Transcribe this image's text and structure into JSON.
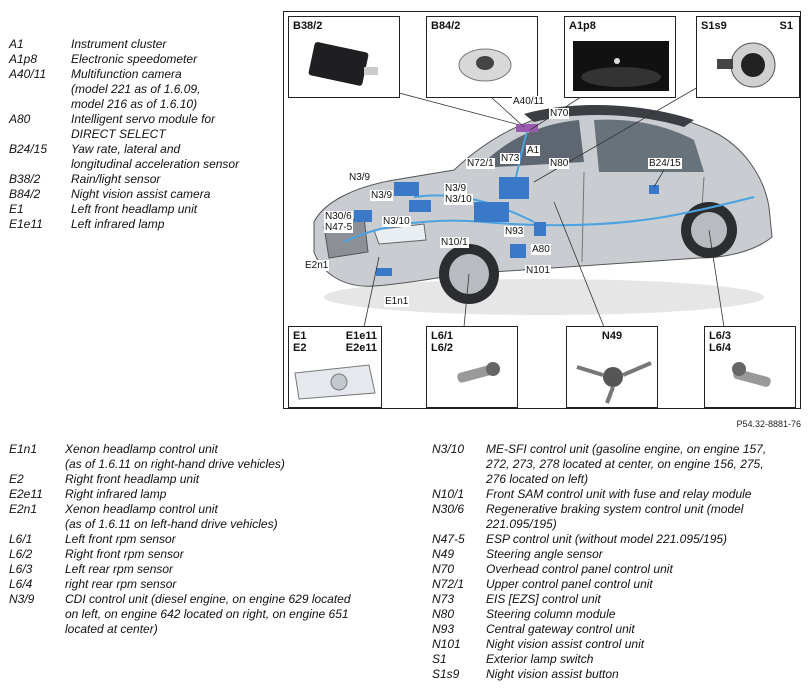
{
  "legend_top": [
    {
      "code": "A1",
      "desc": "Instrument cluster"
    },
    {
      "code": "A1p8",
      "desc": "Electronic speedometer"
    },
    {
      "code": "A40/11",
      "desc": "Multifunction camera\n(model 221 as of 1.6.09,\nmodel 216 as of 1.6.10)"
    },
    {
      "code": "A80",
      "desc": "Intelligent servo module for\nDIRECT SELECT"
    },
    {
      "code": "B24/15",
      "desc": "Yaw rate, lateral and\nlongitudinal acceleration sensor"
    },
    {
      "code": "B38/2",
      "desc": "Rain/light sensor"
    },
    {
      "code": "B84/2",
      "desc": "Night vision assist camera"
    },
    {
      "code": "E1",
      "desc": "Left front headlamp unit"
    },
    {
      "code": "E1e11",
      "desc": "Left infrared lamp"
    }
  ],
  "legend_bottom_left": [
    {
      "code": "E1n1",
      "desc": "Xenon headlamp control unit\n(as of 1.6.11 on right-hand drive vehicles)"
    },
    {
      "code": "E2",
      "desc": "Right front headlamp unit"
    },
    {
      "code": "E2e11",
      "desc": "Right infrared lamp"
    },
    {
      "code": "E2n1",
      "desc": "Xenon headlamp control unit\n(as of 1.6.11 on left-hand drive vehicles)"
    },
    {
      "code": "L6/1",
      "desc": "Left front rpm sensor"
    },
    {
      "code": "L6/2",
      "desc": "Right front rpm sensor"
    },
    {
      "code": "L6/3",
      "desc": "Left rear rpm sensor"
    },
    {
      "code": "L6/4",
      "desc": "right rear rpm sensor"
    },
    {
      "code": "N3/9",
      "desc": "CDI control unit (diesel engine, on engine 629 located\non left, on engine 642 located on right, on engine 651\nlocated at center)"
    }
  ],
  "legend_bottom_right": [
    {
      "code": "N3/10",
      "desc": "ME-SFI control unit (gasoline engine, on engine 157,\n272, 273, 278 located at center, on engine 156, 275,\n276 located on left)"
    },
    {
      "code": "N10/1",
      "desc": "Front SAM control unit with fuse and relay module"
    },
    {
      "code": "N30/6",
      "desc": "Regenerative braking system control unit (model\n221.095/195)"
    },
    {
      "code": "N47-5",
      "desc": "ESP control unit (without model 221.095/195)"
    },
    {
      "code": "N49",
      "desc": "Steering angle sensor"
    },
    {
      "code": "N70",
      "desc": "Overhead control panel control unit"
    },
    {
      "code": "N72/1",
      "desc": "Upper control panel control unit"
    },
    {
      "code": "N73",
      "desc": "EIS [EZS] control unit"
    },
    {
      "code": "N80",
      "desc": "Steering column module"
    },
    {
      "code": "N93",
      "desc": "Central gateway control unit"
    },
    {
      "code": "N101",
      "desc": "Night vision assist control unit"
    },
    {
      "code": "S1",
      "desc": "Exterior lamp switch"
    },
    {
      "code": "S1s9",
      "desc": "Night vision assist button"
    }
  ],
  "callouts": {
    "b38_2": "B38/2",
    "b84_2": "B84/2",
    "a1p8": "A1p8",
    "s1s9": "S1s9",
    "s1": "S1",
    "e1": "E1",
    "e2": "E2",
    "e1e11": "E1e11",
    "e2e11": "E2e11",
    "l6_1": "L6/1",
    "l6_2": "L6/2",
    "n49": "N49",
    "l6_3": "L6/3",
    "l6_4": "L6/4"
  },
  "labels": {
    "a40_11": "A40/11",
    "n70": "N70",
    "n72_1": "N72/1",
    "n73": "N73",
    "a1": "A1",
    "n80": "N80",
    "b24_15": "B24/15",
    "n3_9a": "N3/9",
    "n3_9b": "N3/9",
    "n3_9c": "N3/9",
    "n3_10a": "N3/10",
    "n3_10b": "N3/10",
    "n30_6": "N30/6",
    "n47_5": "N47-5",
    "e2n1": "E2n1",
    "n10_1": "N10/1",
    "n93": "N93",
    "a80": "A80",
    "n101": "N101",
    "e1n1": "E1n1"
  },
  "figure_code": "P54.32-8881-76",
  "colors": {
    "component_blue": "#3a78c8",
    "wiring_blue": "#4aa3e0",
    "car_silver": "#c9cdd1"
  }
}
